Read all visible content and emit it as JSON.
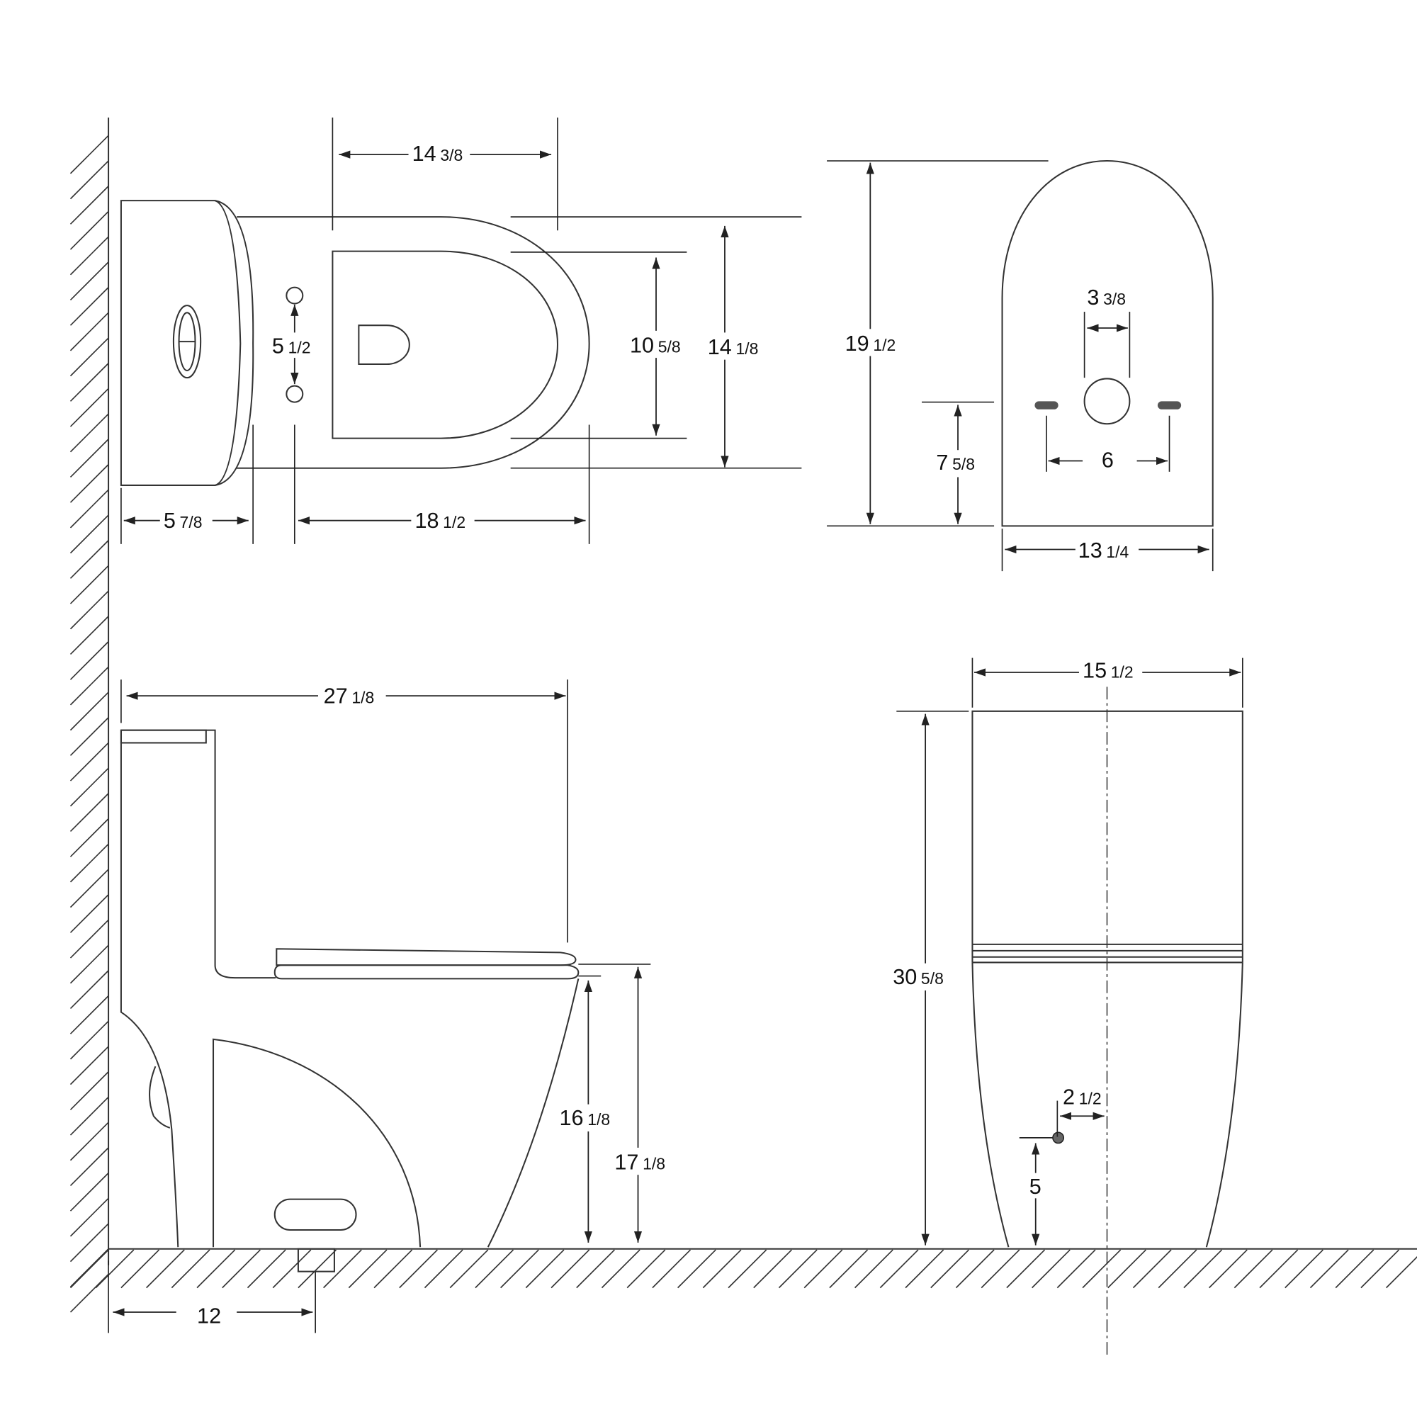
{
  "title": "One-piece toilet dimension drawing",
  "units": "inches",
  "colors": {
    "line": "#333333",
    "background": "#ffffff"
  },
  "top_view": {
    "bowl_length": {
      "whole": "14",
      "frac": "3/8"
    },
    "seat_width": {
      "whole": "10",
      "frac": "5/8"
    },
    "bowl_width": {
      "whole": "14",
      "frac": "1/8"
    },
    "seat_hole_spacing": {
      "whole": "5",
      "frac": "1/2"
    },
    "tank_depth": {
      "whole": "5",
      "frac": "7/8"
    },
    "hole_to_front": {
      "whole": "18",
      "frac": "1/2"
    }
  },
  "bottom_view": {
    "length": {
      "whole": "19",
      "frac": "1/2"
    },
    "outlet_diameter": {
      "whole": "3",
      "frac": "3/8"
    },
    "bolt_height": {
      "whole": "7",
      "frac": "5/8"
    },
    "bolt_spacing": {
      "whole": "6",
      "frac": ""
    },
    "base_width": {
      "whole": "13",
      "frac": "1/4"
    }
  },
  "side_view": {
    "overall_length": {
      "whole": "27",
      "frac": "1/8"
    },
    "bowl_height": {
      "whole": "16",
      "frac": "1/8"
    },
    "seat_height": {
      "whole": "17",
      "frac": "1/8"
    },
    "rough_in": {
      "whole": "12",
      "frac": ""
    }
  },
  "front_view": {
    "width": {
      "whole": "15",
      "frac": "1/2"
    },
    "overall_height": {
      "whole": "30",
      "frac": "5/8"
    },
    "supply_offset": {
      "whole": "2",
      "frac": "1/2"
    },
    "supply_height": {
      "whole": "5",
      "frac": ""
    }
  }
}
